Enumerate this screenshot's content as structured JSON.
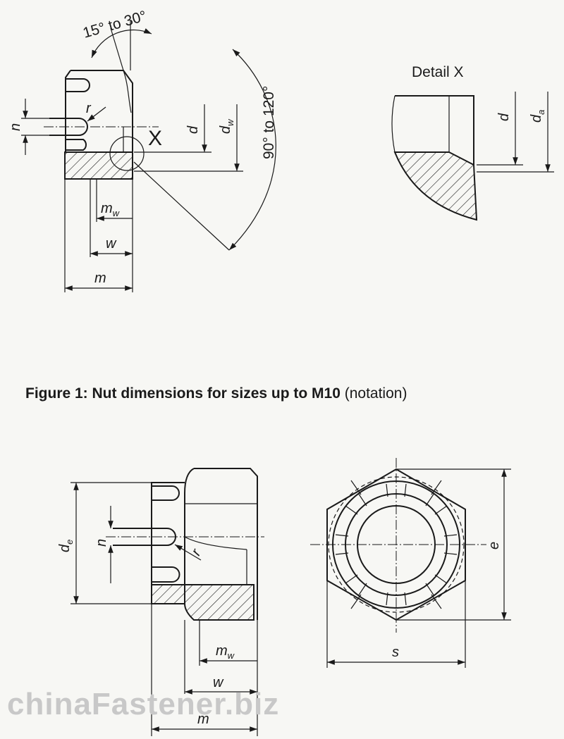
{
  "figure1": {
    "angle_top": "15° to 30°",
    "angle_right": "90° to 120°",
    "detail_marker": "X",
    "labels": {
      "n": "n",
      "r": "r",
      "d": "d",
      "dw": "d",
      "dw_sub": "w",
      "mw": "m",
      "mw_sub": "w",
      "w": "w",
      "m": "m"
    }
  },
  "detail": {
    "title": "Detail X",
    "labels": {
      "d": "d",
      "da": "d",
      "da_sub": "a"
    }
  },
  "caption": {
    "bold": "Figure 1:  Nut dimensions for sizes up to M10",
    "normal": " (notation)"
  },
  "figure2": {
    "labels": {
      "de": "d",
      "de_sub": "e",
      "n": "n",
      "r": "r",
      "mw": "m",
      "mw_sub": "w",
      "w": "w",
      "m": "m",
      "e": "e",
      "s": "s"
    }
  },
  "watermark": "chinaFastener.biz"
}
